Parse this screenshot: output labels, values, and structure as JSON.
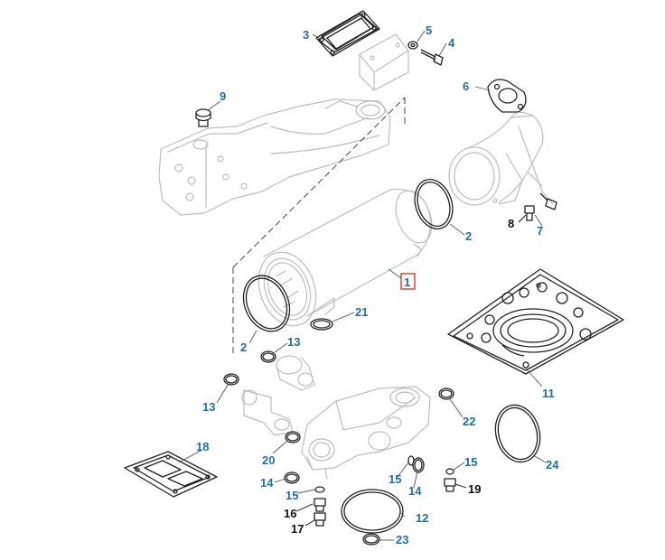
{
  "callouts": {
    "c1": "1",
    "c2a": "2",
    "c2b": "2",
    "c3": "3",
    "c4": "4",
    "c5": "5",
    "c6": "6",
    "c7": "7",
    "c8": "8",
    "c9": "9",
    "c11": "11",
    "c12": "12",
    "c13a": "13",
    "c13b": "13",
    "c14a": "14",
    "c14b": "14",
    "c15a": "15",
    "c15b": "15",
    "c15c": "15",
    "c16": "16",
    "c17": "17",
    "c18": "18",
    "c19": "19",
    "c20": "20",
    "c21": "21",
    "c22": "22",
    "c23": "23",
    "c24": "24"
  },
  "colors": {
    "callout_blue": "#1f6fa7",
    "callout_black": "#111111",
    "highlight_red": "#e0302a",
    "part_gray": "#bdbdbd"
  },
  "highlighted_callout": "1"
}
